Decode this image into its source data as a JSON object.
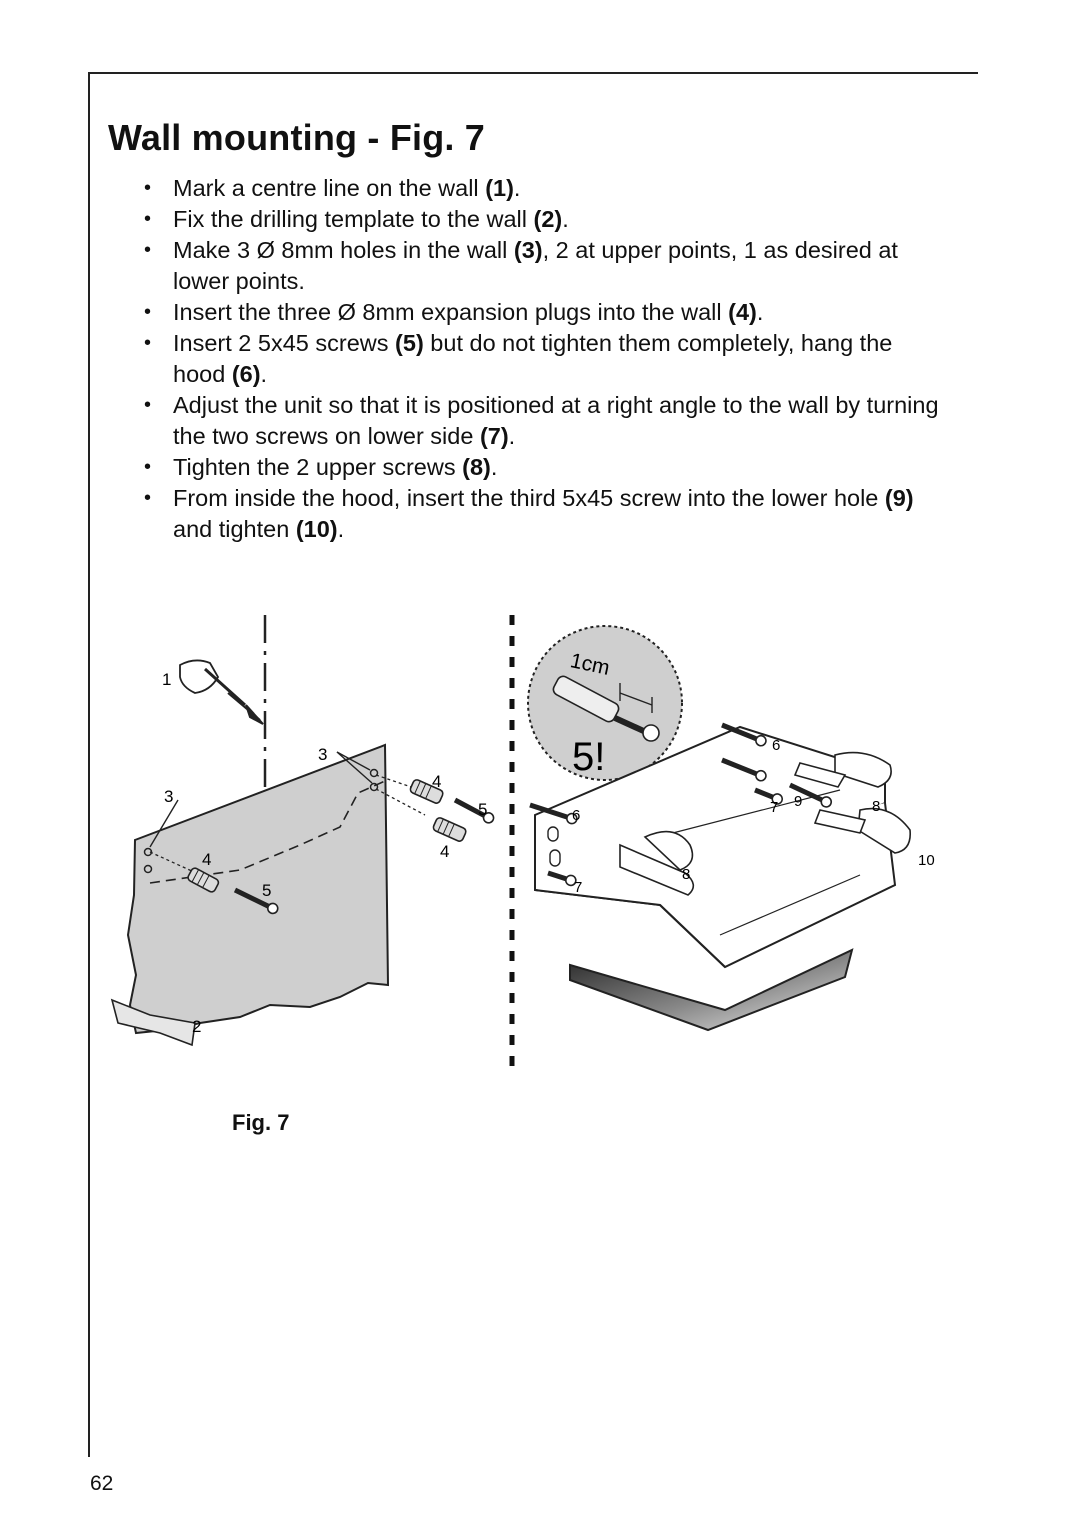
{
  "title": "Wall mounting - Fig. 7",
  "steps": [
    {
      "text": "Mark a centre line on the wall ",
      "ref": "(1)",
      "after": "."
    },
    {
      "text": "Fix the drilling template to the wall ",
      "ref": "(2)",
      "after": "."
    },
    {
      "text": "Make 3 Ø 8mm holes in the wall ",
      "ref": "(3)",
      "after": ", 2 at upper points, 1 as desired at lower points."
    },
    {
      "text": "Insert the three Ø 8mm expansion plugs into the wall ",
      "ref": "(4)",
      "after": "."
    },
    {
      "text": "Insert 2 5x45 screws ",
      "ref": "(5)",
      "after": " but do not tighten them completely, hang the hood ",
      "ref2": "(6)",
      "after2": "."
    },
    {
      "text": "Adjust the unit so that it is positioned at a right angle to the wall by turning the two screws on lower side ",
      "ref": "(7)",
      "after": "."
    },
    {
      "text": "Tighten the 2 upper screws ",
      "ref": "(8)",
      "after": "."
    },
    {
      "text": "From inside the hood, insert the third 5x45 screw into the lower hole ",
      "ref": "(9)",
      "after": " and tighten ",
      "ref2": "(10)",
      "after2": "."
    }
  ],
  "figure": {
    "callouts": {
      "c1": "1",
      "c2": "2",
      "c3a": "3",
      "c3b": "3",
      "c4a": "4",
      "c4b": "4",
      "c4c": "4",
      "c5a": "5",
      "c5b": "5",
      "c6a": "6",
      "c6b": "6",
      "c7a": "7",
      "c7b": "7",
      "c8a": "8",
      "c8b": "8",
      "c9": "9",
      "c10": "10"
    },
    "detail_measure": "1cm",
    "detail_badge": "5!"
  },
  "caption": "Fig. 7",
  "page_number": "62"
}
